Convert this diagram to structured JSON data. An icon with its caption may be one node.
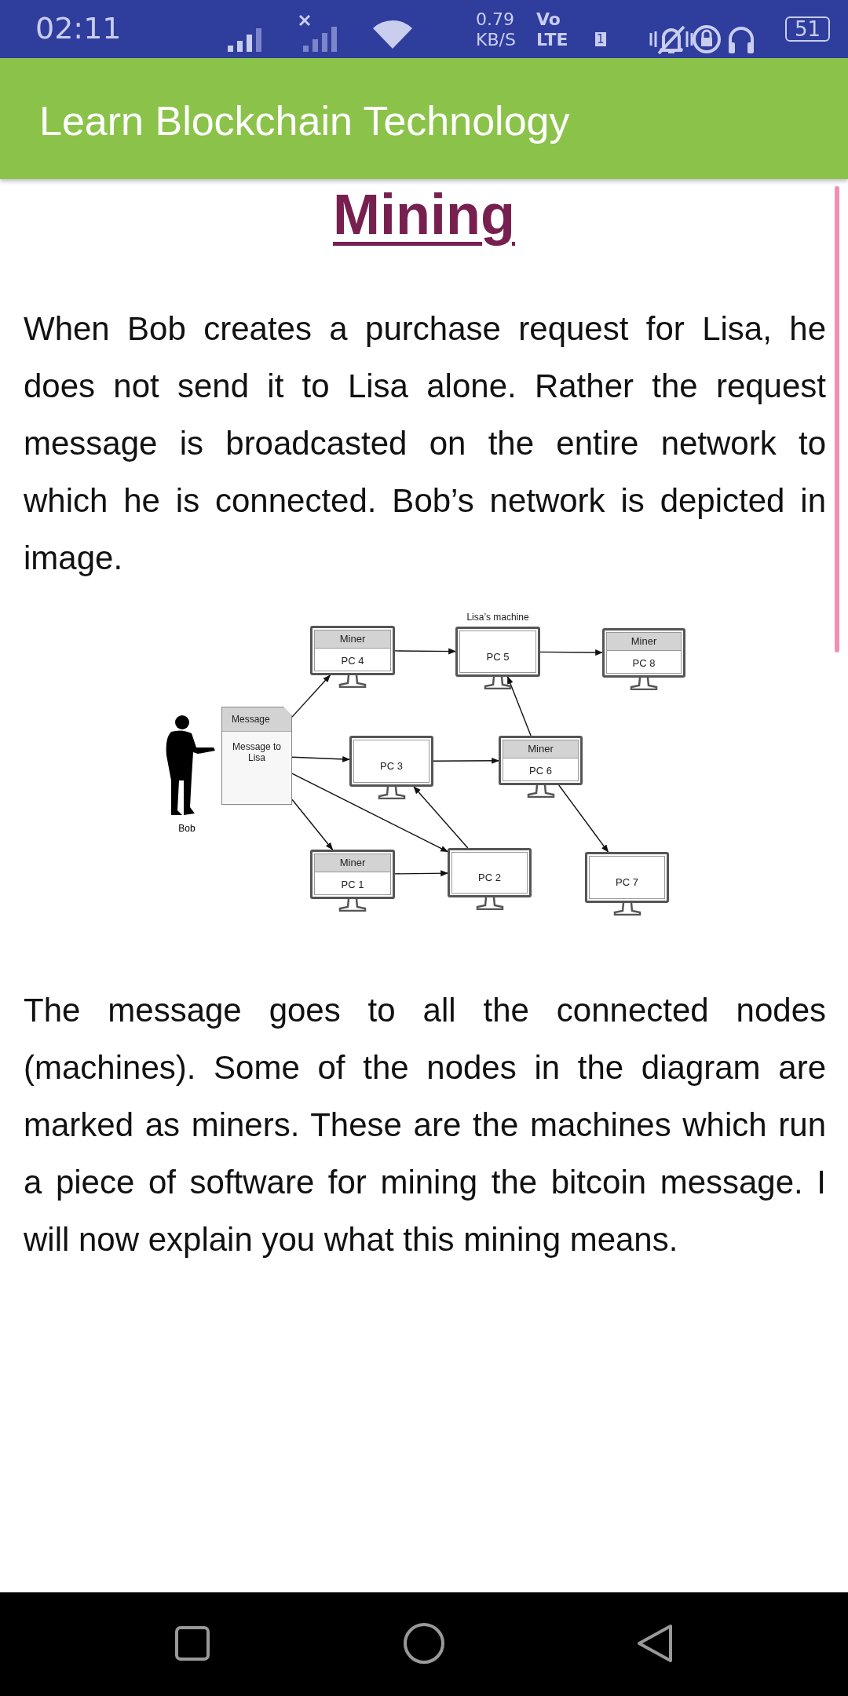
{
  "diagram": {
    "title": "Mining",
    "nodes": [
      {
        "text": [
          "Bob"
        ]
      },
      {
        "text": [
          "Message",
          "Message to Lisa"
        ]
      },
      {
        "text": [
          "Miner",
          "PC 4"
        ]
      },
      {
        "text": [
          "Lisa’s machine",
          "PC 5"
        ]
      },
      {
        "text": [
          "Miner",
          "PC 8"
        ]
      },
      {
        "text": [
          "PC 3"
        ]
      },
      {
        "text": [
          "Miner",
          "PC 6"
        ]
      },
      {
        "text": [
          "Miner",
          "PC 1"
        ]
      },
      {
        "text": [
          "PC 2"
        ]
      },
      {
        "text": [
          "PC 7"
        ]
      }
    ],
    "edges": [
      {
        "from": 1,
        "to": 2,
        "arrow": "to"
      },
      {
        "from": 2,
        "to": 3,
        "arrow": "to"
      },
      {
        "from": 3,
        "to": 4,
        "arrow": "to"
      },
      {
        "from": 1,
        "to": 5,
        "arrow": "to"
      },
      {
        "from": 5,
        "to": 6,
        "arrow": "to"
      },
      {
        "from": 1,
        "to": 7,
        "arrow": "to"
      },
      {
        "from": 1,
        "to": 8,
        "arrow": "to"
      },
      {
        "from": 7,
        "to": 8,
        "arrow": "to"
      },
      {
        "from": 8,
        "to": 5,
        "arrow": "to"
      },
      {
        "from": 6,
        "to": 3,
        "arrow": "to"
      },
      {
        "from": 6,
        "to": 9,
        "arrow": "to"
      }
    ],
    "labels": [
      "02:11",
      "0.79",
      "KB/S",
      "Vo",
      "LTE",
      "1",
      "51",
      "Learn Blockchain Technology",
      "When Bob creates a purchase request for Lisa, he does not send it to Lisa alone. Rather the request message is broadcasted on the entire network to which he is connected. Bob’s network is depicted in image.",
      "The message goes to all the connected nodes (machines). Some of the nodes in the diagram are marked as miners. These are the machines which run a piece of software for mining the bitcoin message. I will now explain you what this mining means."
    ]
  }
}
